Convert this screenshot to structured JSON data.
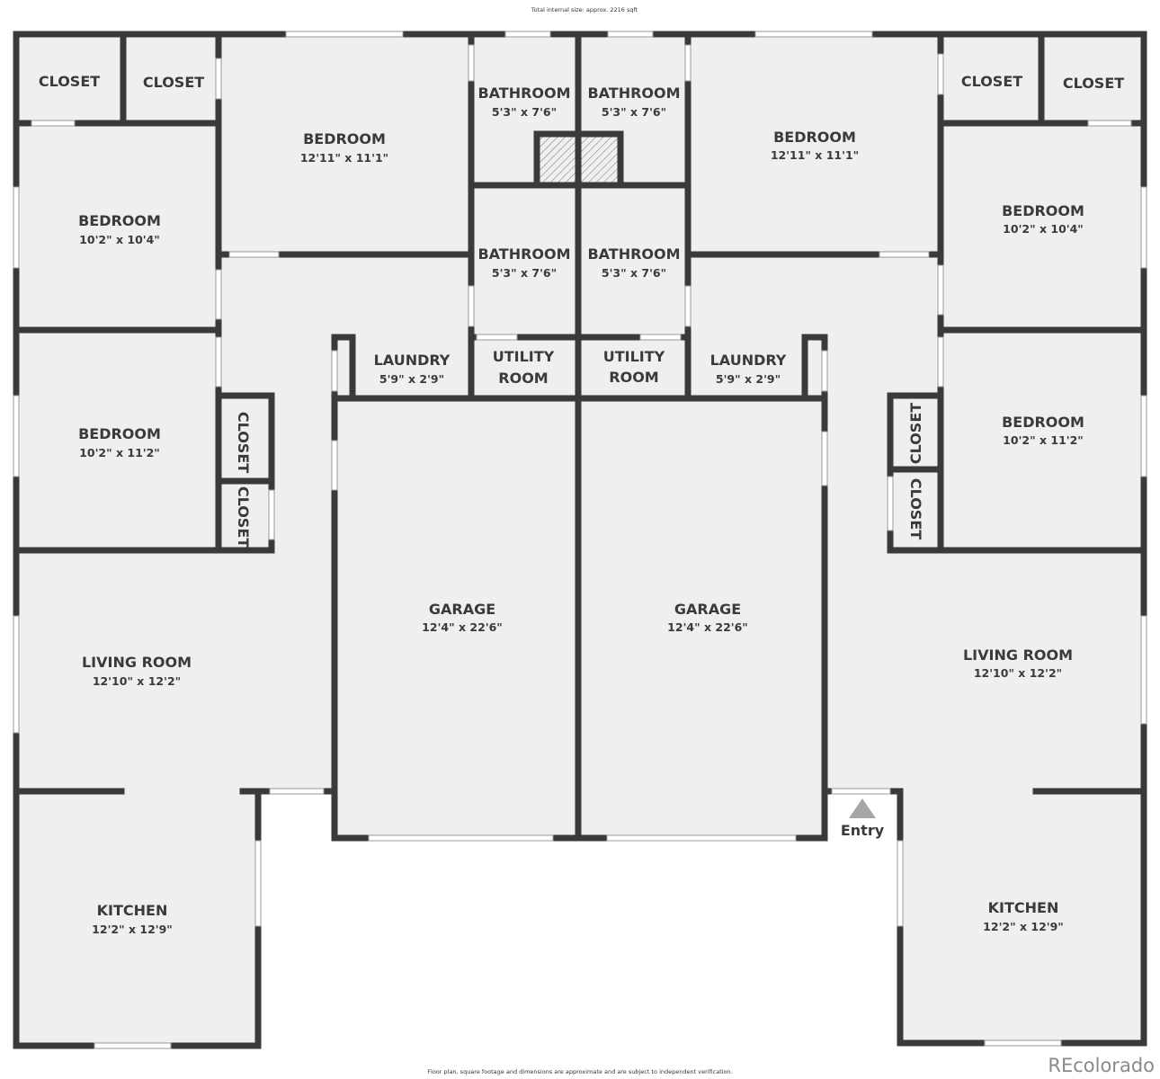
{
  "header": {
    "total_size": "Total internal size: approx. 2216 sqft"
  },
  "footer": {
    "disclaimer": "Floor plan, square footage and dimensions are approximate and are subject to independent verification.",
    "brand": "REcolorado"
  },
  "entry_label": "Entry",
  "colors": {
    "wall": "#3a3a3a",
    "floor": "#efefef"
  },
  "rooms": {
    "closet_tl1": {
      "name": "CLOSET"
    },
    "closet_tl2": {
      "name": "CLOSET"
    },
    "bedroom_top_left": {
      "name": "BEDROOM",
      "dims": "12'11\" x 11'1\""
    },
    "bathroom_1": {
      "name": "BATHROOM",
      "dims": "5'3\" x 7'6\""
    },
    "bathroom_2": {
      "name": "BATHROOM",
      "dims": "5'3\" x 7'6\""
    },
    "bedroom_top_right": {
      "name": "BEDROOM",
      "dims": "12'11\" x 11'1\""
    },
    "closet_tr1": {
      "name": "CLOSET"
    },
    "closet_tr2": {
      "name": "CLOSET"
    },
    "bedroom_left_1": {
      "name": "BEDROOM",
      "dims": "10'2\" x 10'4\""
    },
    "bathroom_3": {
      "name": "BATHROOM",
      "dims": "5'3\" x 7'6\""
    },
    "bathroom_4": {
      "name": "BATHROOM",
      "dims": "5'3\" x 7'6\""
    },
    "bedroom_right_1": {
      "name": "BEDROOM",
      "dims": "10'2\" x 10'4\""
    },
    "laundry_left": {
      "name": "LAUNDRY",
      "dims": "5'9\" x 2'9\""
    },
    "utility_left": {
      "name1": "UTILITY",
      "name2": "ROOM"
    },
    "utility_right": {
      "name1": "UTILITY",
      "name2": "ROOM"
    },
    "laundry_right": {
      "name": "LAUNDRY",
      "dims": "5'9\" x 2'9\""
    },
    "bedroom_left_2": {
      "name": "BEDROOM",
      "dims": "10'2\" x 11'2\""
    },
    "closet_l1": {
      "name": "CLOSET"
    },
    "closet_l2": {
      "name": "CLOSET"
    },
    "closet_r1": {
      "name": "CLOSET"
    },
    "closet_r2": {
      "name": "CLOSET"
    },
    "bedroom_right_2": {
      "name": "BEDROOM",
      "dims": "10'2\" x 11'2\""
    },
    "garage_left": {
      "name": "GARAGE",
      "dims": "12'4\" x 22'6\""
    },
    "garage_right": {
      "name": "GARAGE",
      "dims": "12'4\" x 22'6\""
    },
    "living_left": {
      "name": "LIVING ROOM",
      "dims": "12'10\" x 12'2\""
    },
    "living_right": {
      "name": "LIVING ROOM",
      "dims": "12'10\" x 12'2\""
    },
    "kitchen_left": {
      "name": "KITCHEN",
      "dims": "12'2\" x 12'9\""
    },
    "kitchen_right": {
      "name": "KITCHEN",
      "dims": "12'2\" x 12'9\""
    }
  }
}
